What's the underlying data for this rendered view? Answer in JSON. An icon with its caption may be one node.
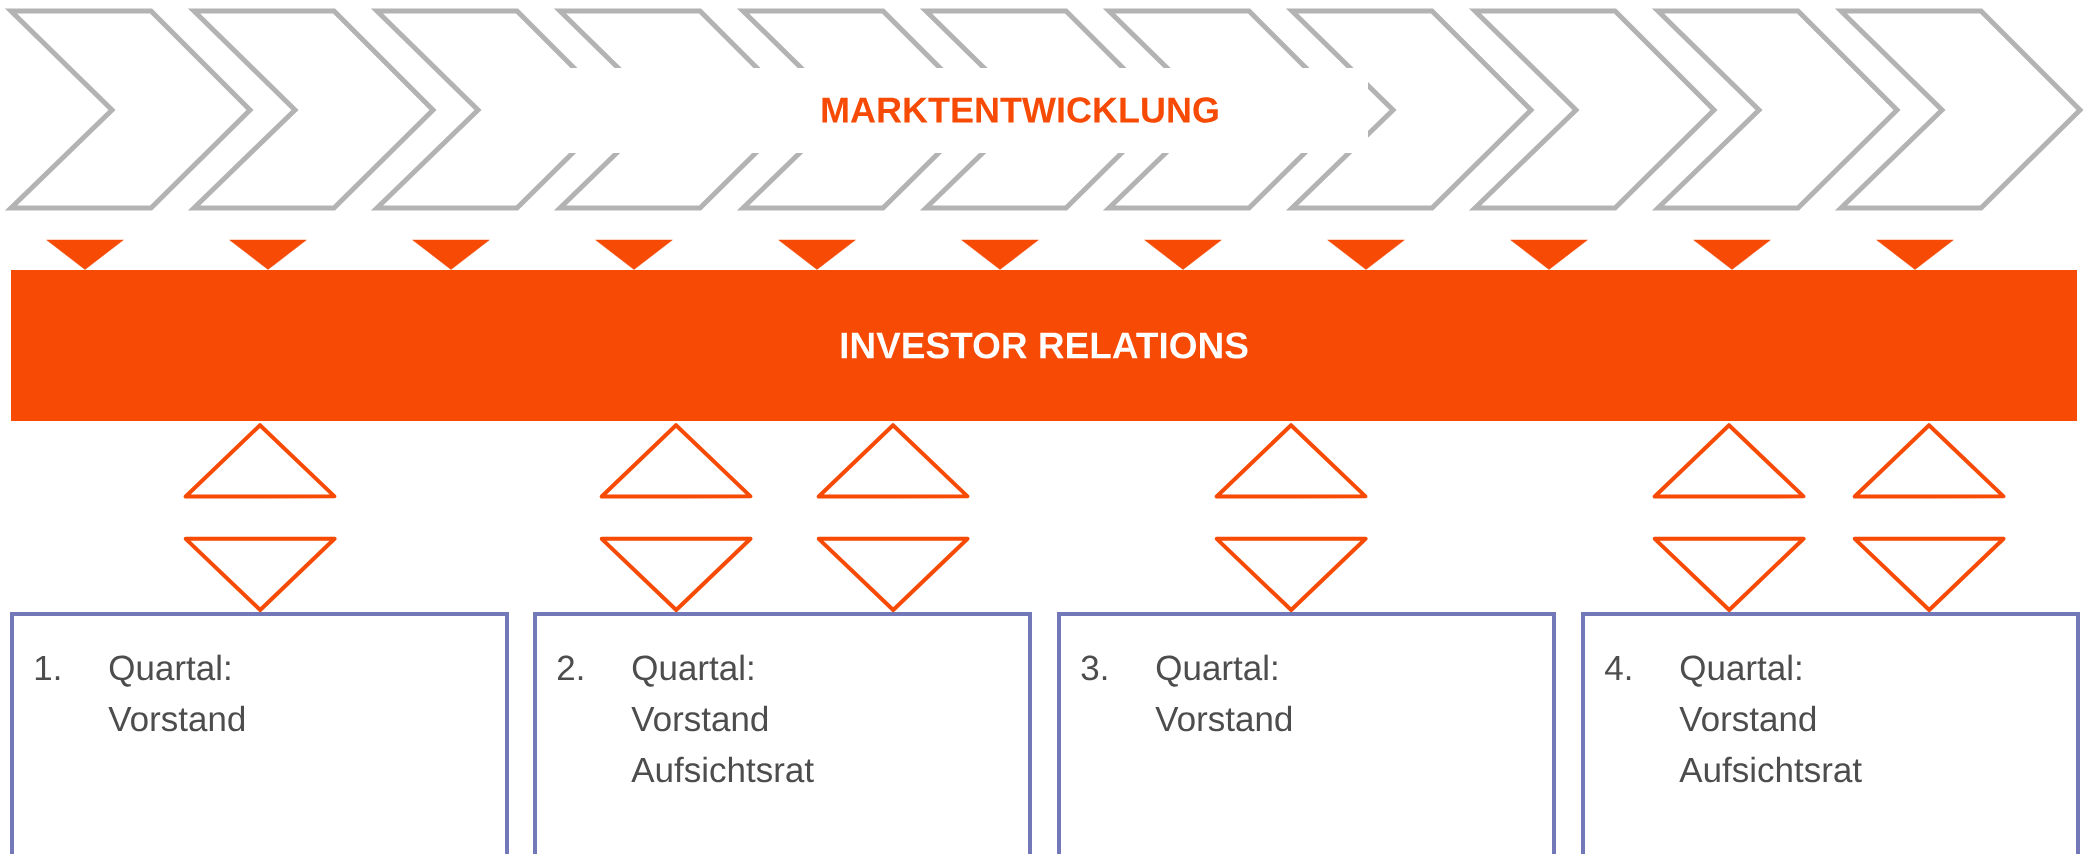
{
  "diagram": {
    "nodes": [
      {
        "text": [
          "MARKTENTWICKLUNG"
        ]
      },
      {
        "text": [
          "INVESTOR RELATIONS"
        ]
      },
      {
        "text": [
          "1.",
          "Quartal:",
          "Vorstand"
        ]
      },
      {
        "text": [
          "2.",
          "Quartal:",
          "Vorstand",
          "Aufsichtsrat"
        ]
      },
      {
        "text": [
          "3.",
          "Quartal:",
          "Vorstand"
        ]
      },
      {
        "text": [
          "4.",
          "Quartal:",
          "Vorstand",
          "Aufsichtsrat"
        ]
      }
    ],
    "edges": [
      {
        "from": 0,
        "to": 1,
        "arrow": "to"
      },
      {
        "from": 0,
        "to": 1,
        "arrow": "to"
      },
      {
        "from": 0,
        "to": 1,
        "arrow": "to"
      },
      {
        "from": 0,
        "to": 1,
        "arrow": "to"
      },
      {
        "from": 0,
        "to": 1,
        "arrow": "to"
      },
      {
        "from": 0,
        "to": 1,
        "arrow": "to"
      },
      {
        "from": 0,
        "to": 1,
        "arrow": "to"
      },
      {
        "from": 0,
        "to": 1,
        "arrow": "to"
      },
      {
        "from": 0,
        "to": 1,
        "arrow": "to"
      },
      {
        "from": 0,
        "to": 1,
        "arrow": "to"
      },
      {
        "from": 0,
        "to": 1,
        "arrow": "to"
      },
      {
        "from": 1,
        "to": 2,
        "arrow": "both"
      },
      {
        "from": 1,
        "to": 3,
        "arrow": "both"
      },
      {
        "from": 1,
        "to": 3,
        "arrow": "both"
      },
      {
        "from": 1,
        "to": 4,
        "arrow": "both"
      },
      {
        "from": 1,
        "to": 5,
        "arrow": "both"
      },
      {
        "from": 1,
        "to": 5,
        "arrow": "both"
      }
    ]
  }
}
